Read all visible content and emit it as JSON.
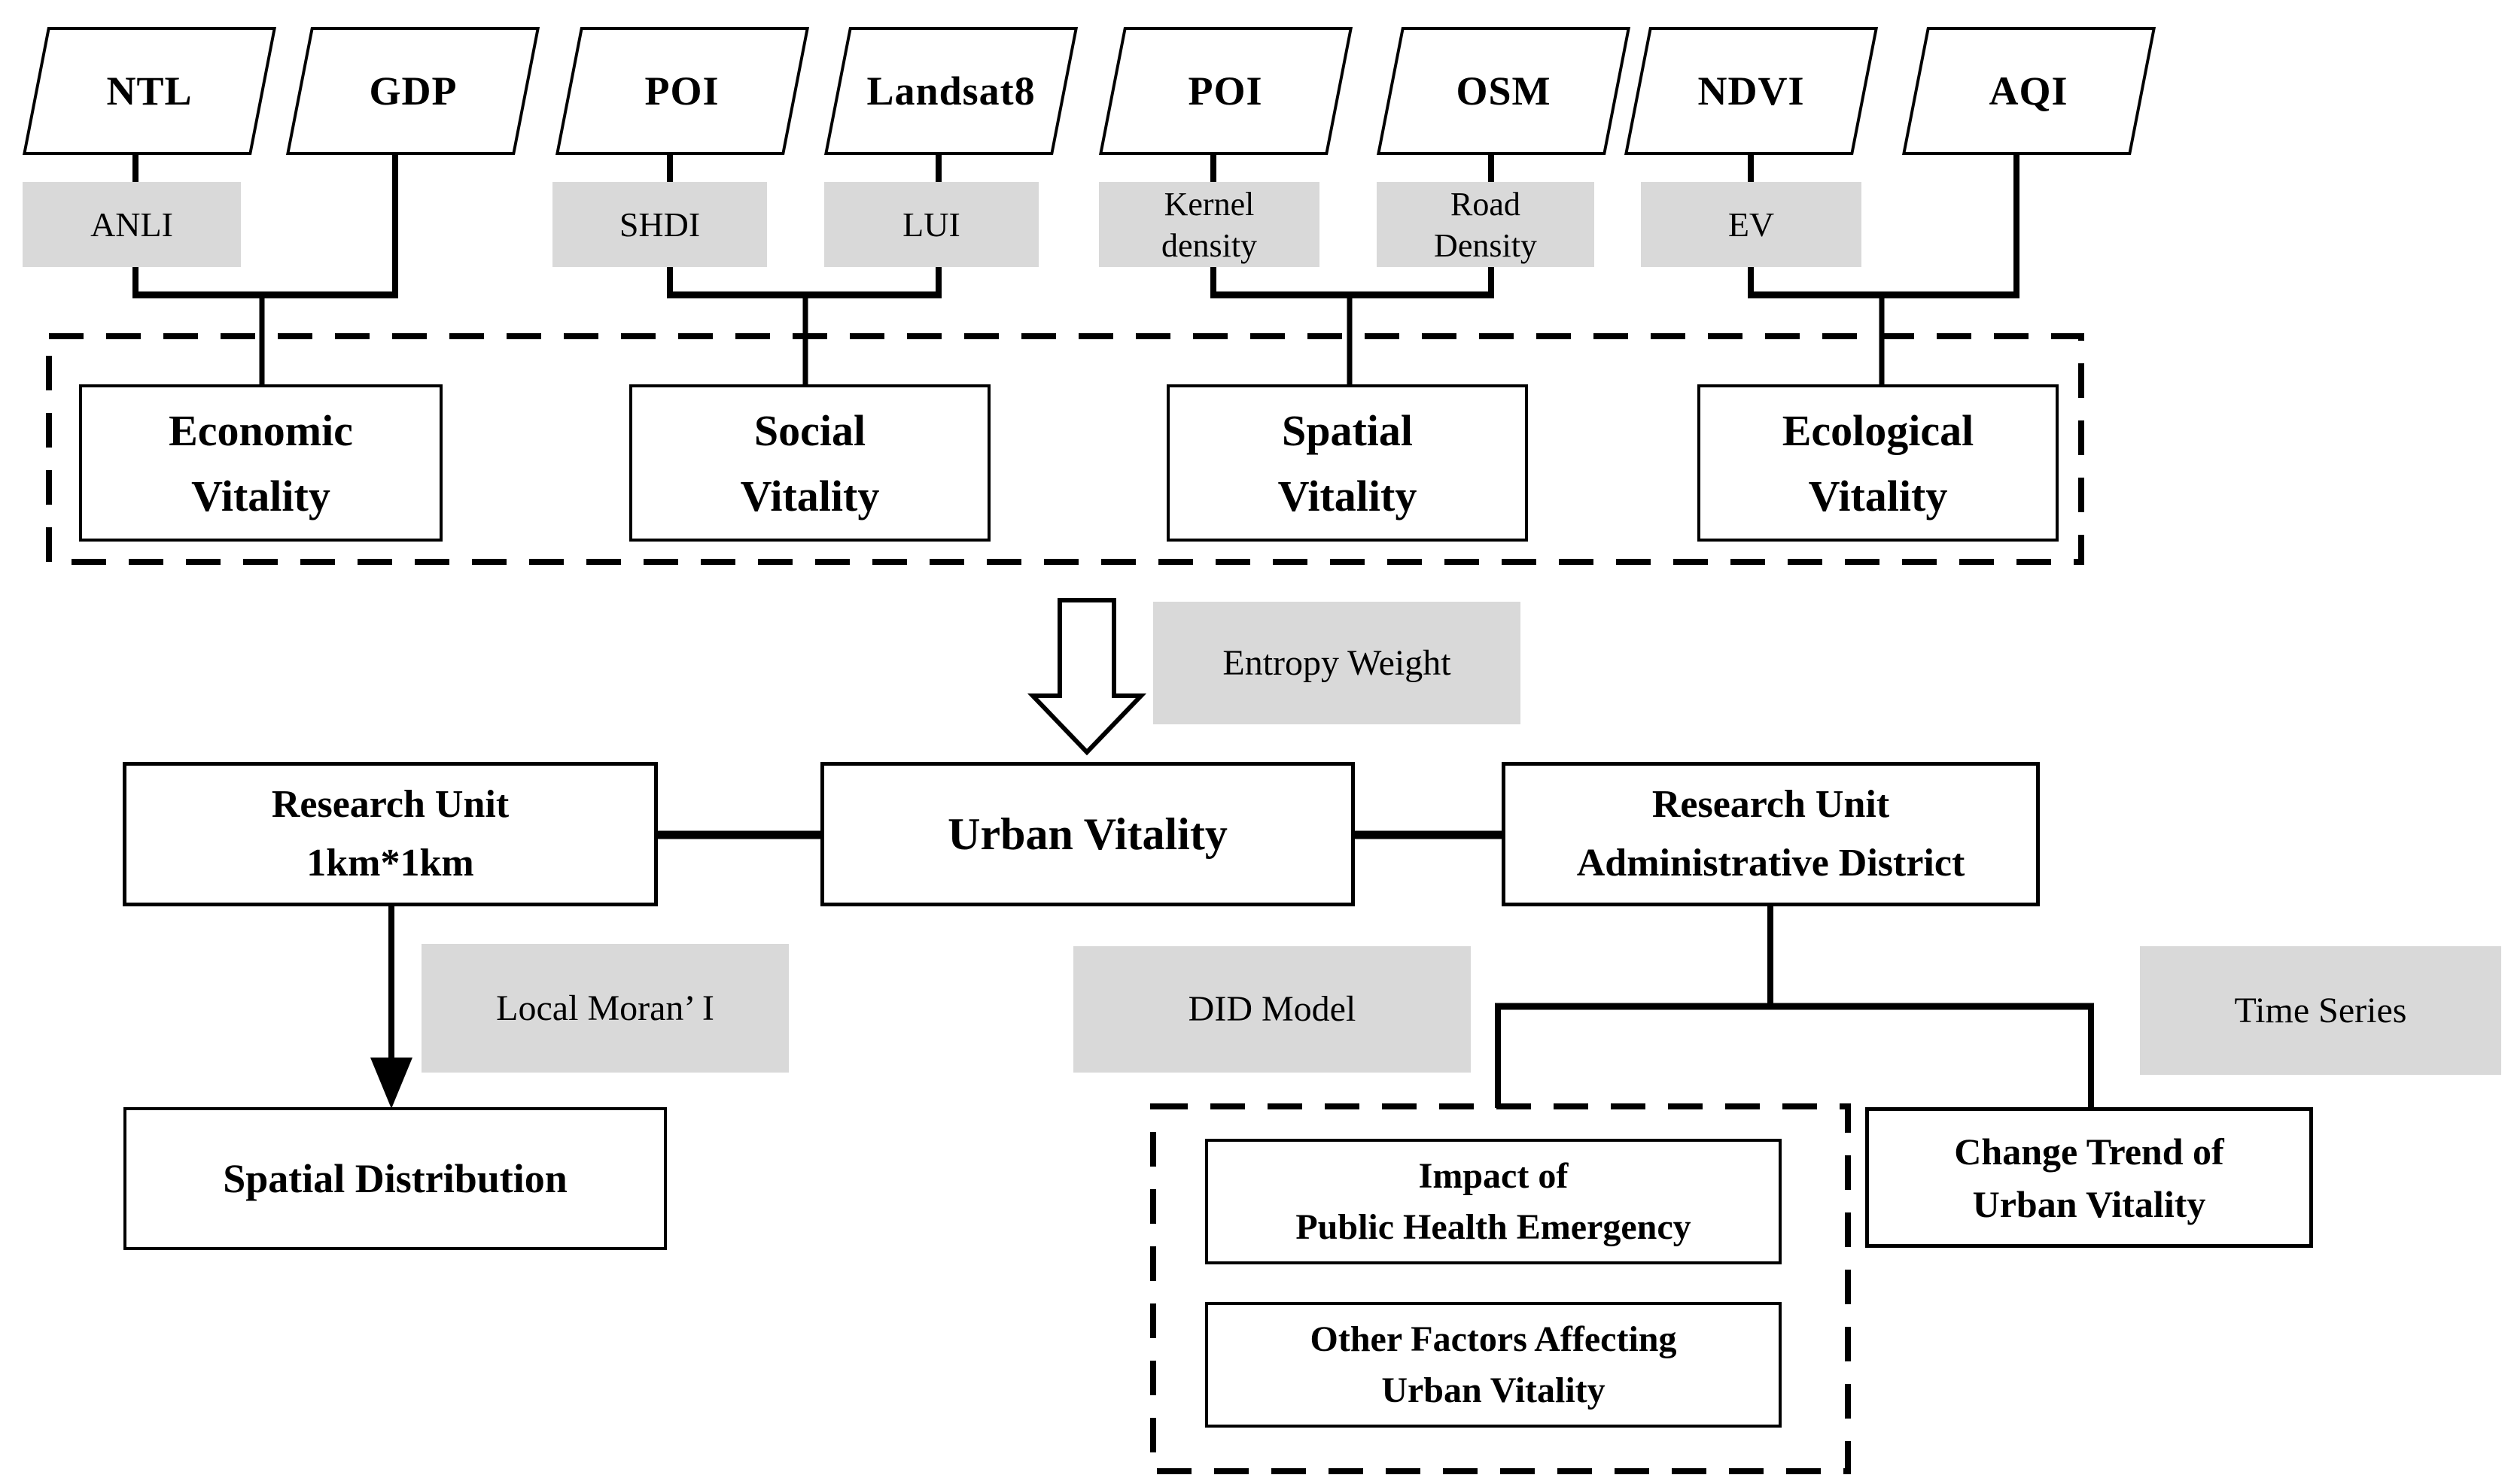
{
  "palette": {
    "label_bg": "#d9d9d9",
    "line": "#000000",
    "box_bg": "#ffffff"
  },
  "sources": {
    "ntl": "NTL",
    "gdp": "GDP",
    "poi_social": "POI",
    "landsat8": "Landsat8",
    "poi_spatial": "POI",
    "osm": "OSM",
    "ndvi": "NDVI",
    "aqi": "AQI"
  },
  "indicators": {
    "anli": "ANLI",
    "shdi": "SHDI",
    "lui": "LUI",
    "kernel_density": "Kernel\ndensity",
    "road_density": "Road\nDensity",
    "ev": "EV"
  },
  "vitalities": {
    "economic": "Economic\nVitality",
    "social": "Social\nVitality",
    "spatial": "Spatial\nVitality",
    "ecological": "Ecological\nVitality"
  },
  "methods": {
    "entropy_weight": "Entropy Weight",
    "local_moran": "Local Moran’ I",
    "did_model": "DID Model",
    "time_series": "Time Series"
  },
  "core": {
    "research_unit_grid": "Research Unit\n1km*1km",
    "urban_vitality": "Urban Vitality",
    "research_unit_admin": "Research Unit\nAdministrative District"
  },
  "outputs": {
    "spatial_distribution": "Spatial Distribution",
    "impact_public_health": "Impact of\nPublic Health Emergency",
    "other_factors": "Other Factors Affecting\nUrban Vitality",
    "change_trend": "Change Trend of\nUrban Vitality"
  }
}
